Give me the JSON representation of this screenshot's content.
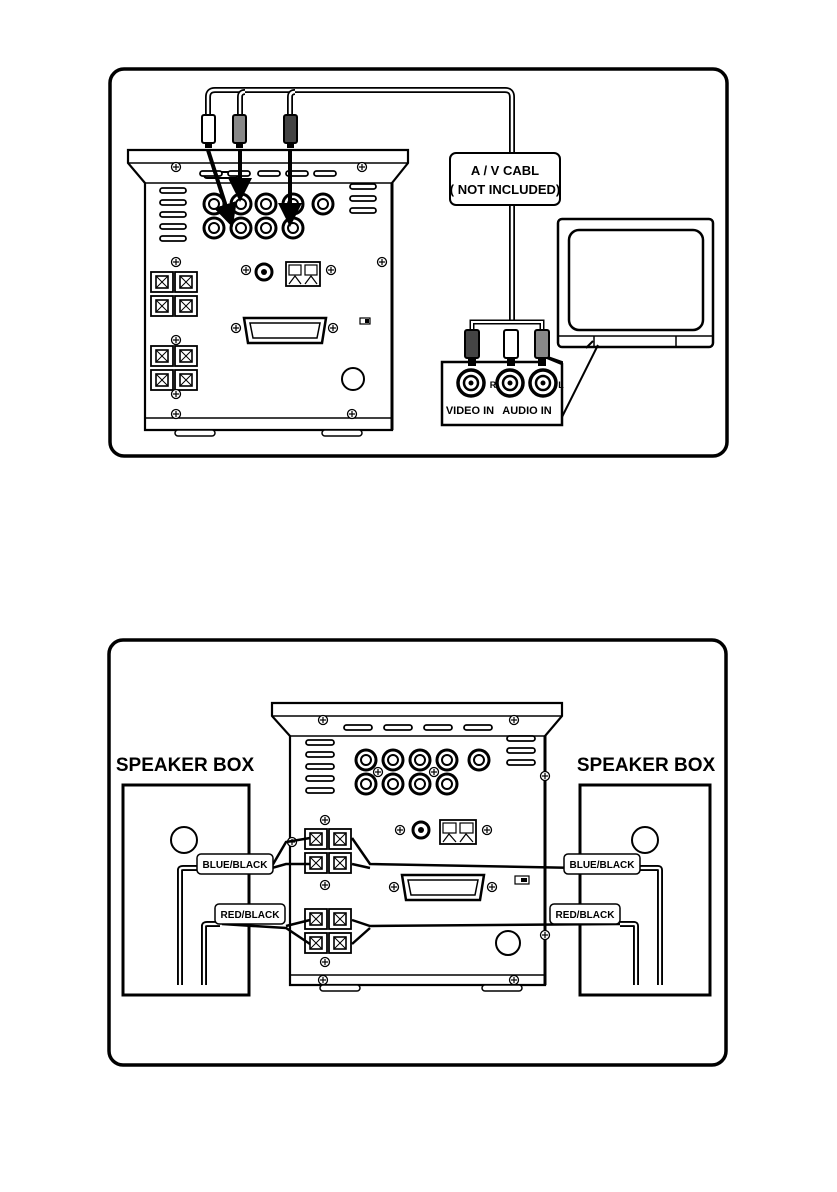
{
  "diagram1": {
    "cable_label_line1": "A / V CABL",
    "cable_label_line2": "( NOT INCLUDED)",
    "tv_jack_r": "R",
    "tv_jack_l": "L",
    "video_in_label": "VIDEO IN",
    "audio_in_label": "AUDIO IN"
  },
  "diagram2": {
    "speaker_box_left": "SPEAKER BOX",
    "speaker_box_right": "SPEAKER BOX",
    "wire_blue_left": "BLUE/BLACK",
    "wire_blue_right": "BLUE/BLACK",
    "wire_red_left": "RED/BLACK",
    "wire_red_right": "RED/BLACK"
  }
}
